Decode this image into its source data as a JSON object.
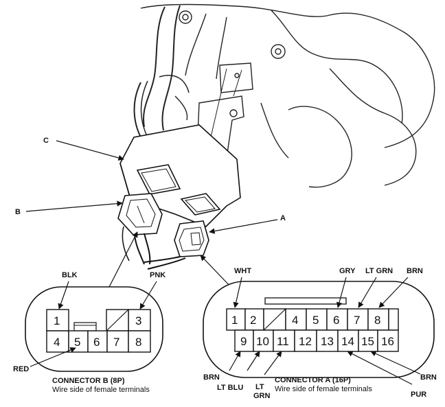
{
  "callouts": {
    "a": "A",
    "b": "B",
    "c": "C"
  },
  "connector_b": {
    "title": "CONNECTOR B (8P)",
    "subtitle": "Wire side of female terminals",
    "top_pins": [
      "1",
      "",
      "3"
    ],
    "bottom_pins": [
      "4",
      "5",
      "6",
      "7",
      "8"
    ],
    "wires": {
      "pin1": "BLK",
      "pin3": "PNK",
      "pin4": "RED"
    }
  },
  "connector_a": {
    "title": "CONNECTOR A (16P)",
    "subtitle": "Wire side of female terminals",
    "top_pins": [
      "1",
      "2",
      "",
      "4",
      "5",
      "6",
      "7",
      "8"
    ],
    "bottom_pins": [
      "9",
      "10",
      "11",
      "12",
      "13",
      "14",
      "15",
      "16"
    ],
    "wires": {
      "pin1": "WHT",
      "pin6": "GRY",
      "pin7": "LT GRN",
      "pin8": "BRN",
      "pin9": "BRN",
      "pin10": "LT BLU",
      "pin11_line1": "LT",
      "pin11_line2": "GRN",
      "pin14": "PUR",
      "pin16": "BRN"
    }
  }
}
